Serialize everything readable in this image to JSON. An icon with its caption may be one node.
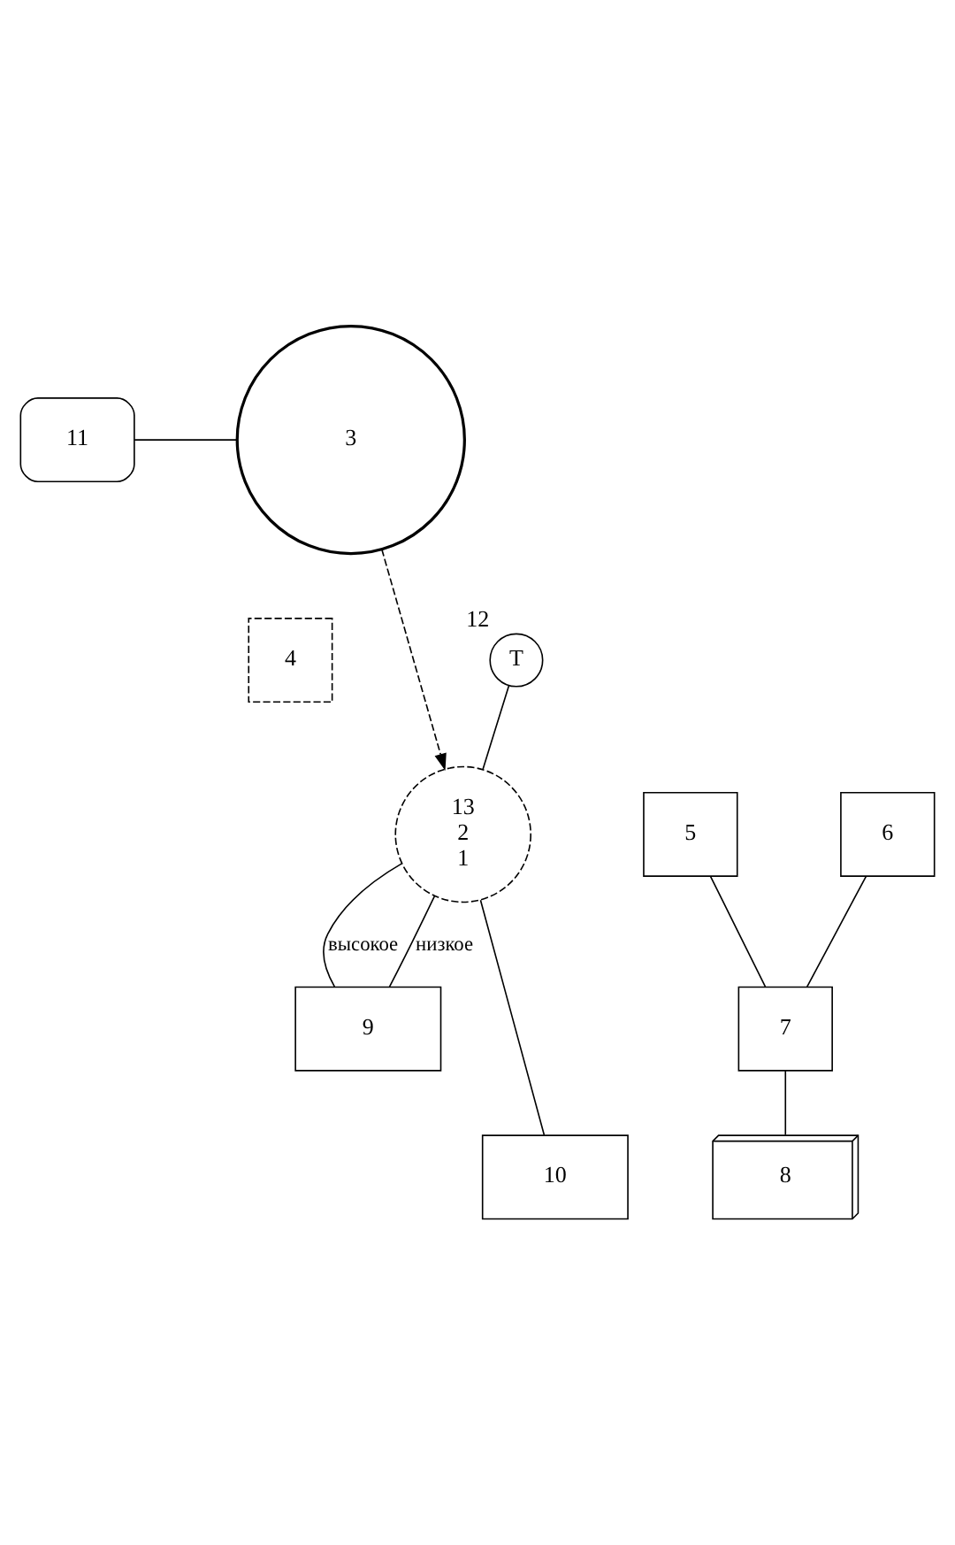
{
  "diagram": {
    "nodes": [
      {
        "text": [
          "3"
        ]
      },
      {
        "text": [
          "11"
        ]
      },
      {
        "text": [
          "T"
        ],
        "beside": [
          "12"
        ]
      },
      {
        "text": [
          "4"
        ]
      },
      {
        "text": [
          "13",
          "2",
          "1"
        ]
      },
      {
        "text": [
          "5"
        ]
      },
      {
        "text": [
          "6"
        ]
      },
      {
        "text": [
          "7"
        ]
      },
      {
        "text": [
          "8"
        ]
      },
      {
        "text": [
          "9"
        ]
      },
      {
        "text": [
          "10"
        ]
      }
    ],
    "edges": [
      {
        "from": 1,
        "to": 0,
        "arrow": "none"
      },
      {
        "from": 0,
        "to": 4,
        "arrow": "to",
        "style": "dashed"
      },
      {
        "from": 2,
        "to": 4,
        "arrow": "none"
      },
      {
        "from": 6,
        "to": 7,
        "arrow": "none"
      },
      {
        "from": 5,
        "to": 7,
        "arrow": "none"
      },
      {
        "from": 4,
        "to": 9,
        "arrow": "none",
        "label": "высокое"
      },
      {
        "from": 4,
        "to": 9,
        "arrow": "none",
        "label": "низкое"
      },
      {
        "from": 4,
        "to": 10,
        "arrow": "none"
      },
      {
        "from": 7,
        "to": 8,
        "arrow": "none"
      }
    ]
  }
}
